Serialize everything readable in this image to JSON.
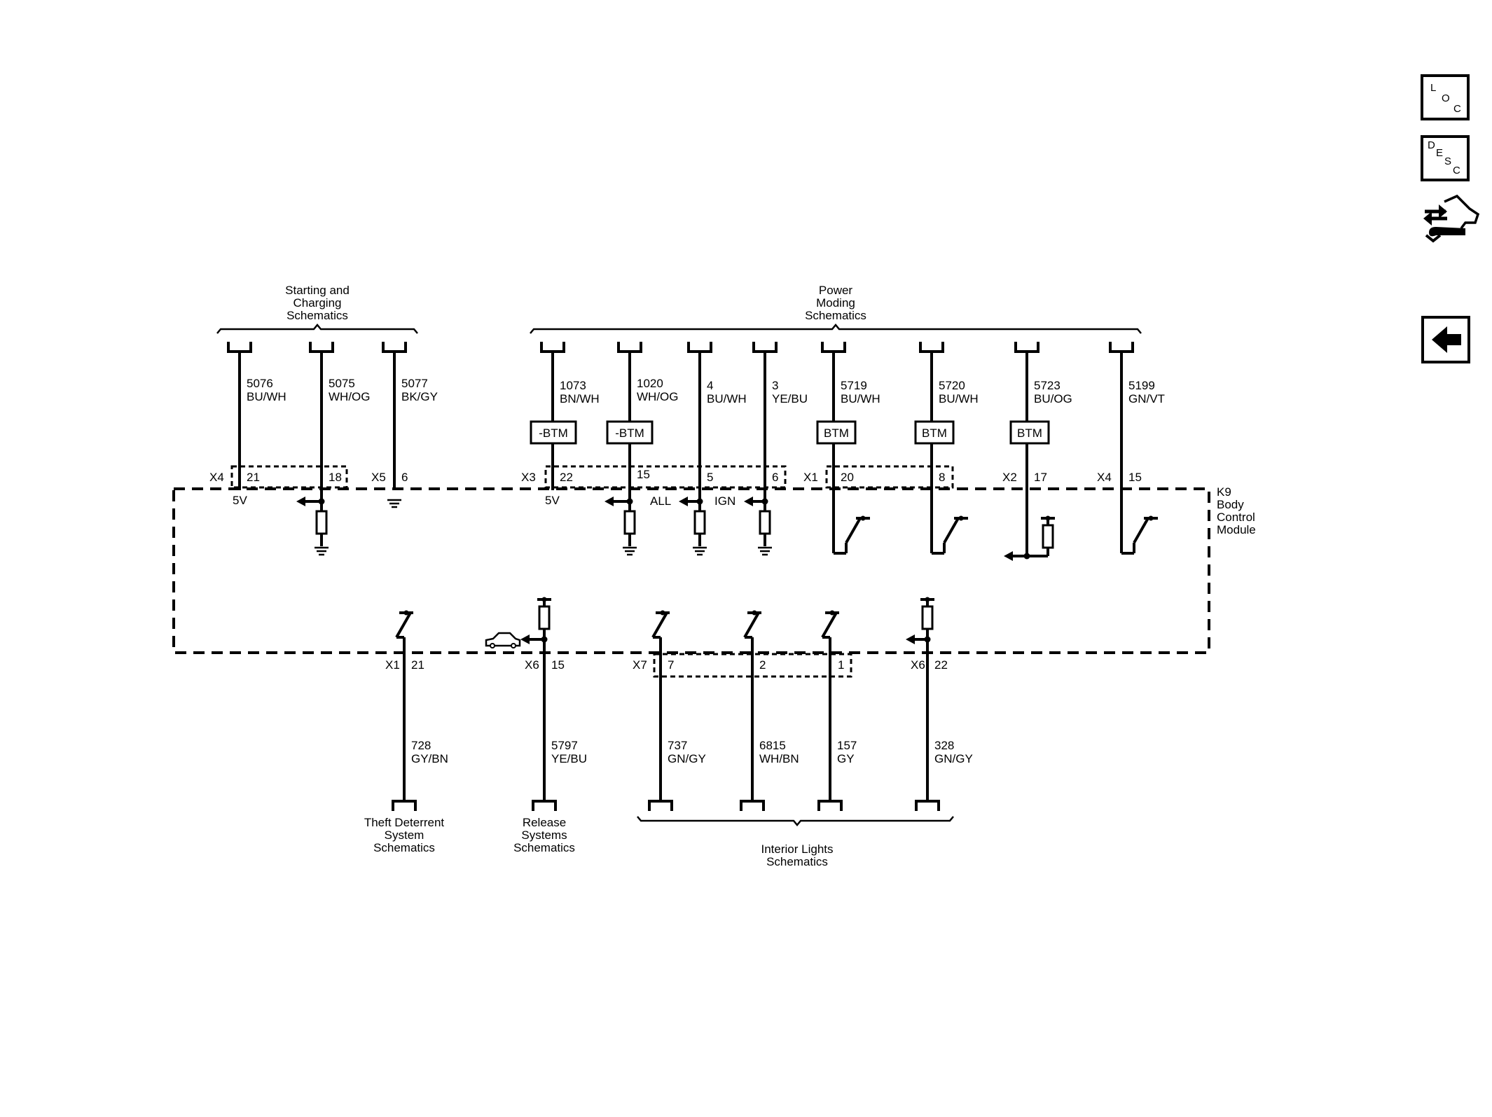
{
  "top_groups": {
    "starting": [
      "Starting and",
      "Charging",
      "Schematics"
    ],
    "power": [
      "Power",
      "Moding",
      "Schematics"
    ]
  },
  "bottom_groups": {
    "theft": [
      "Theft Deterrent",
      "System",
      "Schematics"
    ],
    "release": [
      "Release",
      "Systems",
      "Schematics"
    ],
    "interior": [
      "Interior Lights",
      "Schematics"
    ]
  },
  "module": {
    "lines": [
      "K9",
      "Body",
      "Control",
      "Module"
    ]
  },
  "top_wires": [
    {
      "circuit": "5076",
      "color": "BU/WH"
    },
    {
      "circuit": "5075",
      "color": "WH/OG"
    },
    {
      "circuit": "5077",
      "color": "BK/GY"
    },
    {
      "circuit": "1073",
      "color": "BN/WH"
    },
    {
      "circuit": "1020",
      "color": "WH/OG"
    },
    {
      "circuit": "4",
      "color": "BU/WH"
    },
    {
      "circuit": "3",
      "color": "YE/BU"
    },
    {
      "circuit": "5719",
      "color": "BU/WH"
    },
    {
      "circuit": "5720",
      "color": "BU/WH"
    },
    {
      "circuit": "5723",
      "color": "BU/OG"
    },
    {
      "circuit": "5199",
      "color": "GN/VT"
    }
  ],
  "btm_labels": [
    "-BTM",
    "-BTM",
    "BTM",
    "BTM",
    "BTM"
  ],
  "top_connectors": [
    "X4",
    "X5",
    "X3",
    "X1",
    "X2",
    "X4"
  ],
  "top_pins": [
    "21",
    "18",
    "6",
    "22",
    "15",
    "5",
    "6",
    "20",
    "8",
    "17",
    "15"
  ],
  "internal_labels": {
    "v5a": "5V",
    "v5b": "5V",
    "all": "ALL",
    "ign": "IGN"
  },
  "bottom_connectors": [
    "X1",
    "X6",
    "X7",
    "X6"
  ],
  "bottom_pins": [
    "21",
    "15",
    "7",
    "2",
    "1",
    "22"
  ],
  "bottom_wires": [
    {
      "circuit": "728",
      "color": "GY/BN"
    },
    {
      "circuit": "5797",
      "color": "YE/BU"
    },
    {
      "circuit": "737",
      "color": "GN/GY"
    },
    {
      "circuit": "6815",
      "color": "WH/BN"
    },
    {
      "circuit": "157",
      "color": "GY"
    },
    {
      "circuit": "328",
      "color": "GN/GY"
    }
  ],
  "nav": {
    "loc": [
      "L",
      "O",
      "C"
    ],
    "desc": [
      "D",
      "E",
      "S",
      "C"
    ]
  }
}
